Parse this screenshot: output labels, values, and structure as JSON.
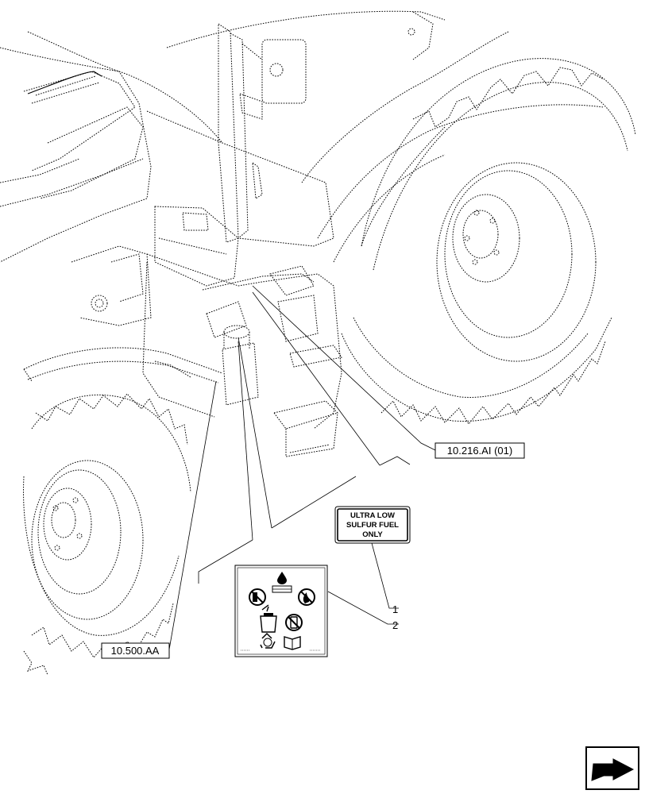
{
  "decal": {
    "lines": [
      "ULTRA LOW",
      "SULFUR FUEL",
      "ONLY"
    ]
  },
  "callouts": {
    "item_1": "1",
    "item_2": "2",
    "ref_top": "10.216.AI (01)",
    "ref_bottom": "10.500.AA"
  },
  "icons": {
    "nav": "next-page-arrow-icon",
    "safety_symbols": [
      "fuel-drop-icon",
      "no-smoking-icon",
      "no-flame-icon",
      "no-cellphone-icon",
      "fuel-container-icon",
      "recycle-icon",
      "manual-book-icon"
    ]
  }
}
